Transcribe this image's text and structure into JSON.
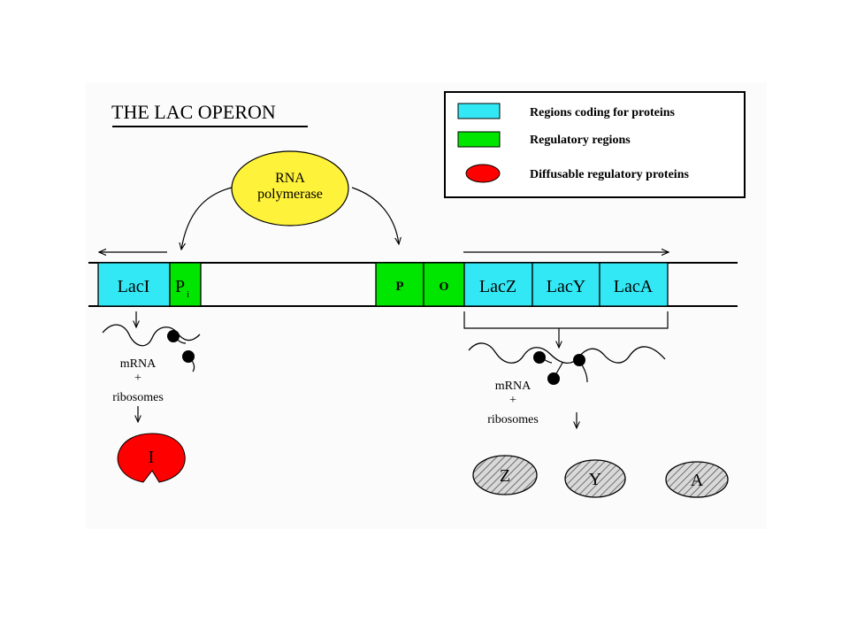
{
  "title": "THE LAC OPERON",
  "legend": {
    "items": [
      {
        "label": "Regions coding for proteins",
        "color": "#33e8f5",
        "shape": "rect"
      },
      {
        "label": "Regulatory regions",
        "color": "#00e600",
        "shape": "rect"
      },
      {
        "label": "Diffusable regulatory proteins",
        "color": "#ff0000",
        "shape": "ellipse"
      }
    ]
  },
  "rna_polymerase": {
    "line1": "RNA",
    "line2": "polymerase",
    "color": "#fff23a"
  },
  "genes": {
    "laci": "LacI",
    "pi_main": "P",
    "pi_sub": "i",
    "p": "P",
    "o": "O",
    "lacz": "LacZ",
    "lacy": "LacY",
    "laca": "LacA"
  },
  "left_transcript": {
    "line1": "mRNA",
    "line2": "+",
    "line3": "ribosomes"
  },
  "right_transcript": {
    "line1": "mRNA",
    "line2": "+",
    "line3": "ribosomes"
  },
  "proteins": {
    "repressor": "I",
    "z": "Z",
    "y": "Y",
    "a": "A"
  },
  "colors": {
    "coding": "#33e8f5",
    "regulatory": "#00e600",
    "repressor": "#ff0000",
    "polymerase": "#fff23a",
    "product": "#d9d9d9"
  }
}
